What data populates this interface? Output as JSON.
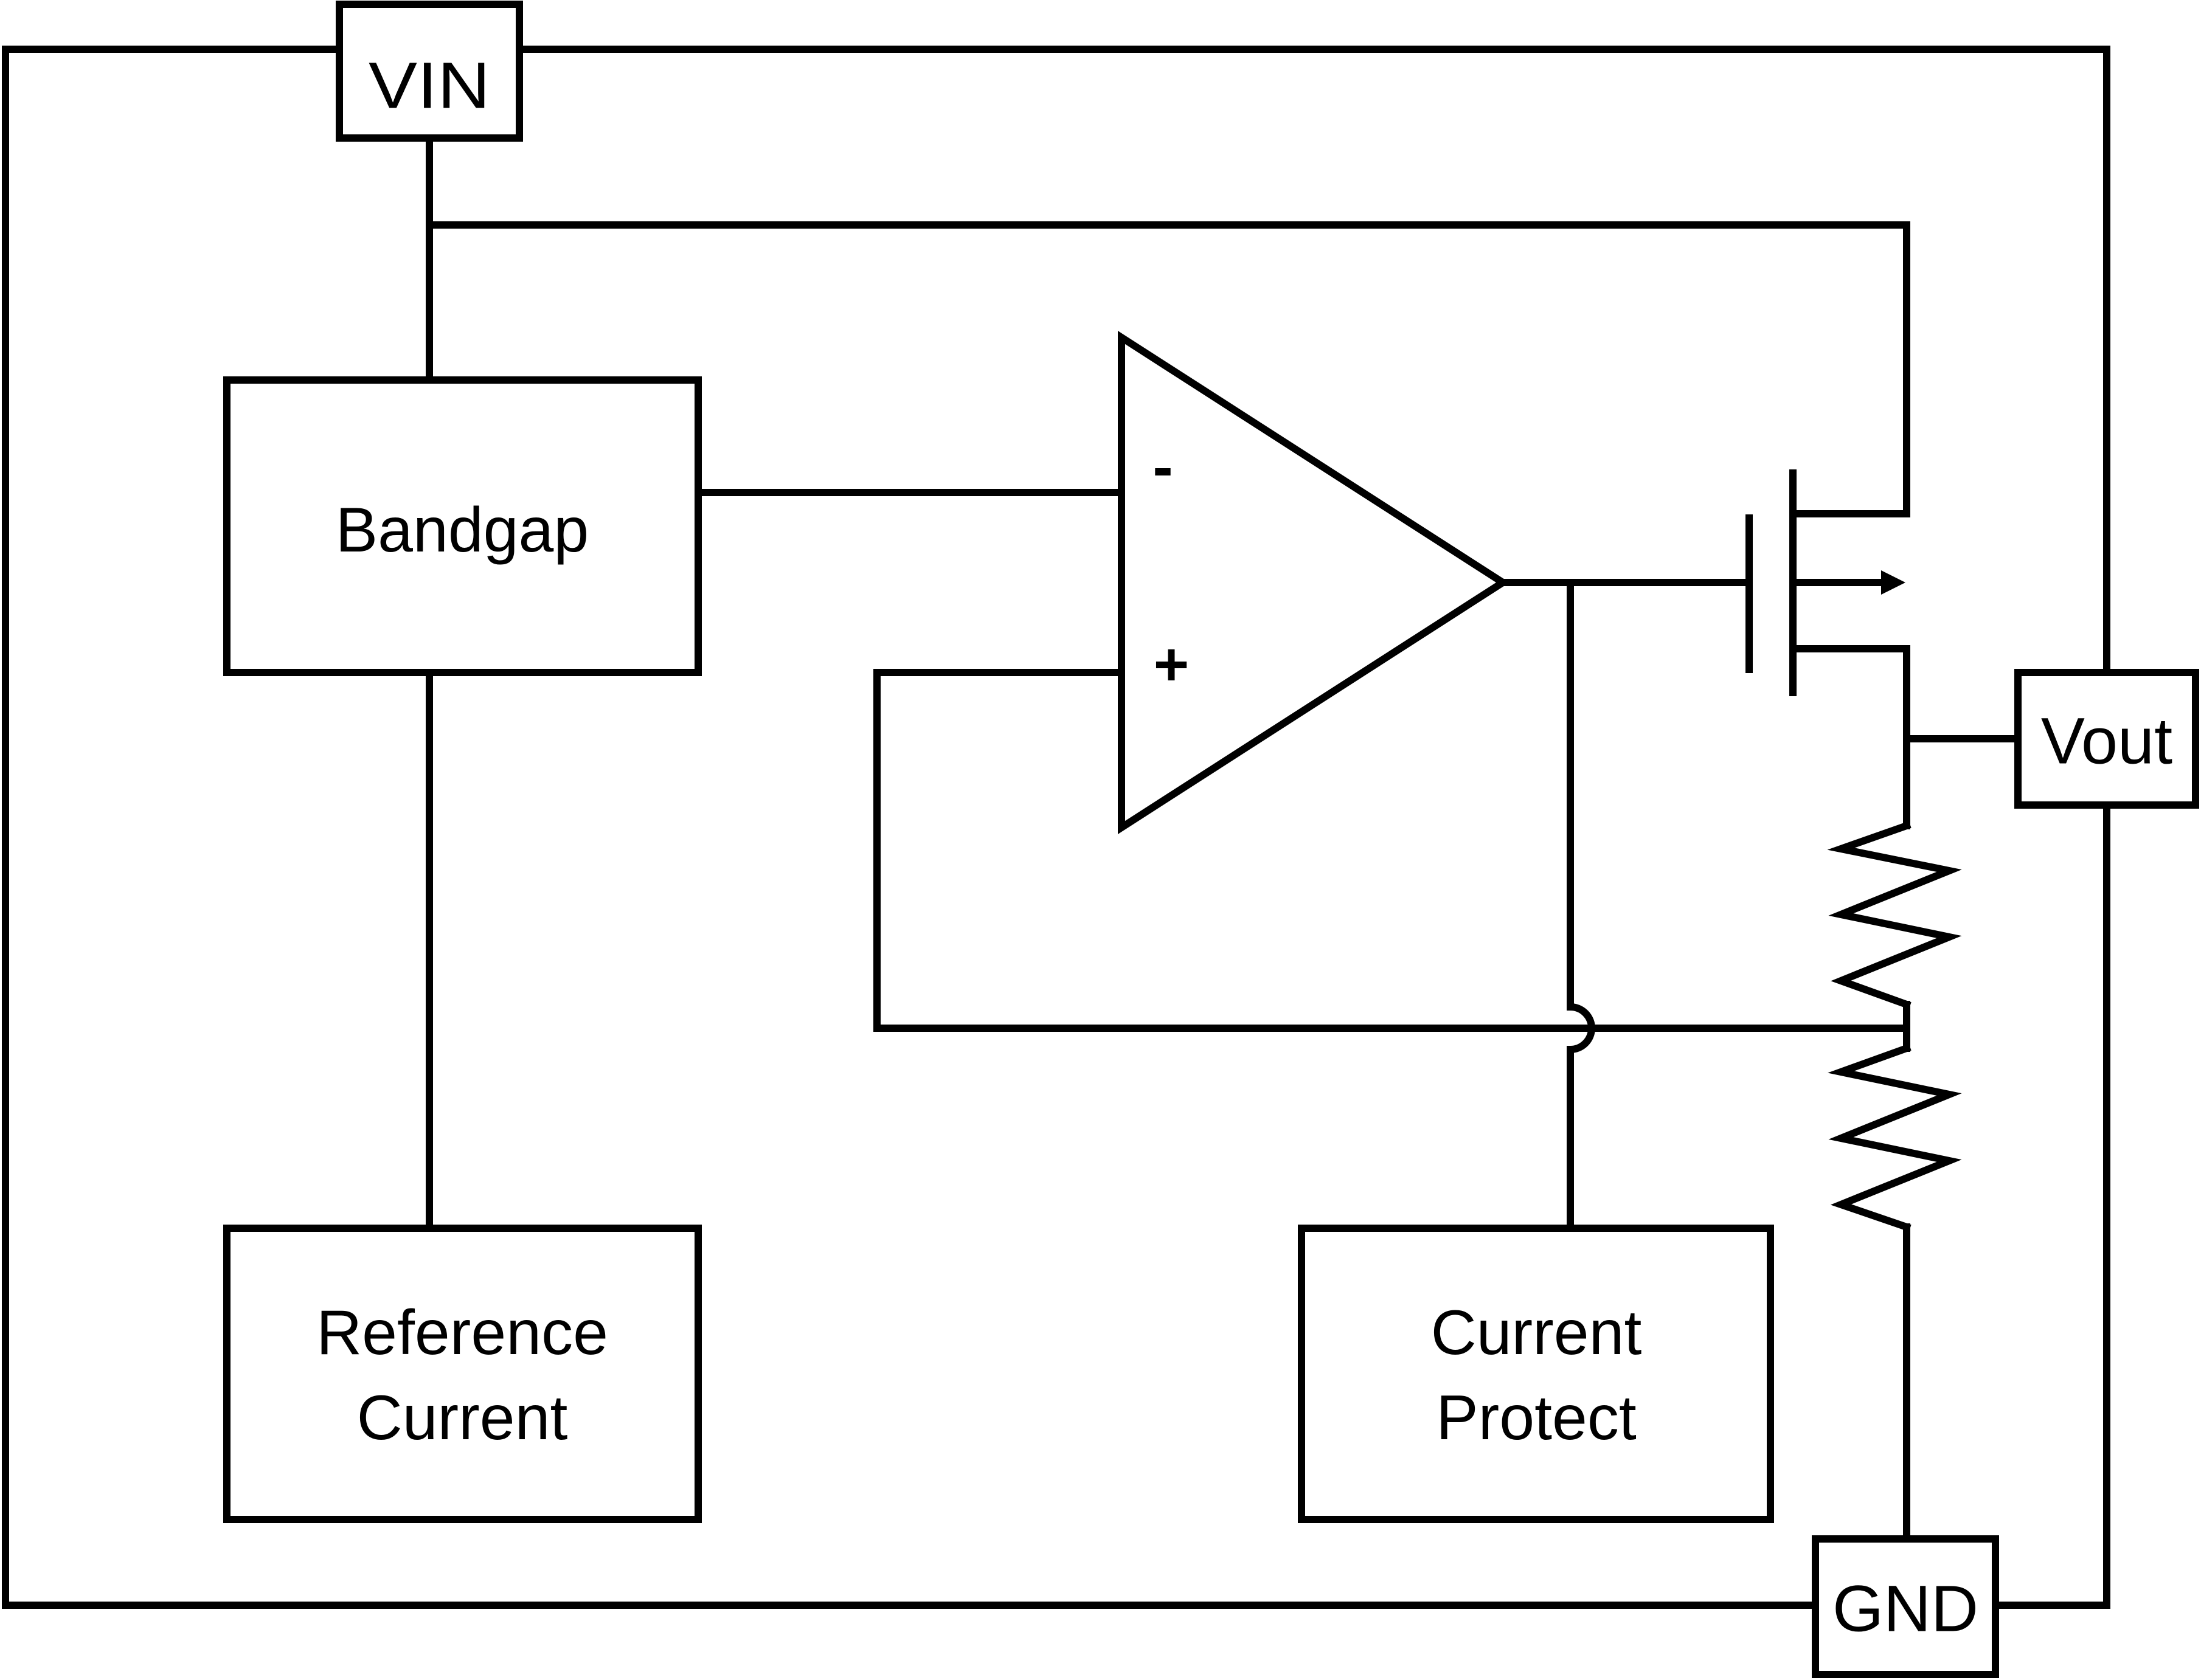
{
  "diagram": {
    "type": "block-diagram",
    "subject": "LDO voltage regulator functional block diagram",
    "colors": {
      "line": "#000000",
      "background": "#ffffff"
    },
    "pins": {
      "vin": "VIN",
      "vout": "Vout",
      "gnd": "GND"
    },
    "blocks": {
      "bandgap": "Bandgap",
      "reference_current": [
        "Reference",
        "Current"
      ],
      "current_protect": [
        "Current",
        "Protect"
      ]
    },
    "opamp": {
      "inverting_label": "-",
      "noninverting_label": "+"
    },
    "components": [
      "pass-transistor-mosfet",
      "feedback-resistor-top",
      "feedback-resistor-bottom"
    ],
    "connections": [
      "VIN -> Bandgap",
      "VIN -> pass transistor drain",
      "Bandgap -> opamp inverting input",
      "Bandgap -> Reference Current",
      "opamp output -> pass transistor gate",
      "opamp output -> Current Protect",
      "pass transistor source -> Vout",
      "resistor divider midpoint -> opamp non-inverting input",
      "resistor divider bottom -> GND"
    ]
  }
}
